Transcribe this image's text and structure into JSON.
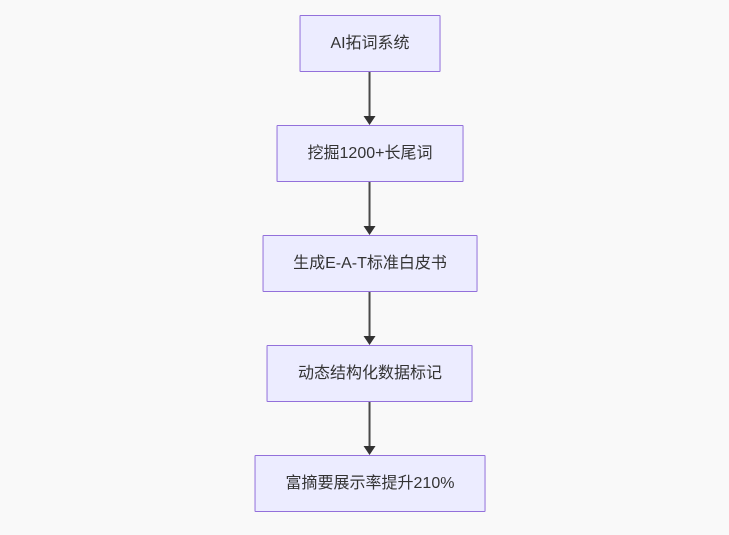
{
  "flowchart": {
    "type": "flowchart",
    "direction": "top-down",
    "nodes": [
      {
        "id": "A",
        "label": "AI拓词系统"
      },
      {
        "id": "B",
        "label": "挖掘1200+长尾词"
      },
      {
        "id": "C",
        "label": "生成E-A-T标准白皮书"
      },
      {
        "id": "D",
        "label": "动态结构化数据标记"
      },
      {
        "id": "E",
        "label": "富摘要展示率提升210%"
      }
    ],
    "edges": [
      {
        "from": "A",
        "to": "B",
        "style": "arrow-down"
      },
      {
        "from": "B",
        "to": "C",
        "style": "arrow-down"
      },
      {
        "from": "C",
        "to": "D",
        "style": "arrow-down"
      },
      {
        "from": "D",
        "to": "E",
        "style": "arrow-down"
      }
    ],
    "colors": {
      "node_fill": "#ECECFF",
      "node_border": "#9370DB",
      "arrow": "#333333",
      "text": "#333333",
      "background": "#f9f9f9"
    }
  }
}
